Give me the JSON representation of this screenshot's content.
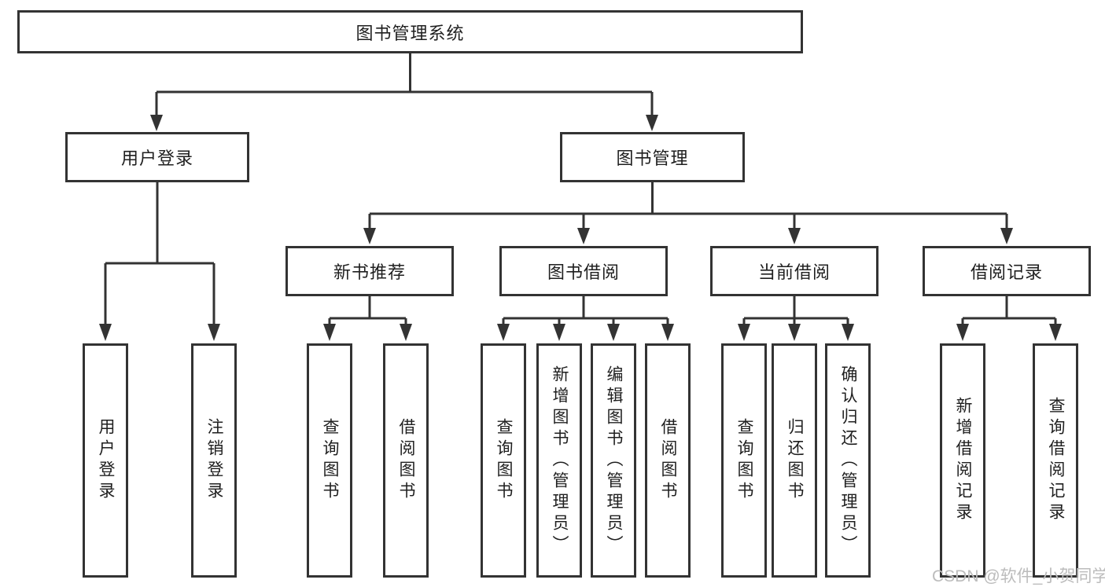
{
  "diagram": {
    "type": "hierarchy-tree",
    "root": {
      "label": "图书管理系统"
    },
    "children": [
      {
        "label": "用户登录",
        "leaves": [
          {
            "label": "用户登录"
          },
          {
            "label": "注销登录"
          }
        ]
      },
      {
        "label": "图书管理",
        "children": [
          {
            "label": "新书推荐",
            "leaves": [
              {
                "label": "查询图书"
              },
              {
                "label": "借阅图书"
              }
            ]
          },
          {
            "label": "图书借阅",
            "leaves": [
              {
                "label": "查询图书"
              },
              {
                "label": "新增图书（管理员）"
              },
              {
                "label": "编辑图书（管理员）"
              },
              {
                "label": "借阅图书"
              }
            ]
          },
          {
            "label": "当前借阅",
            "leaves": [
              {
                "label": "查询图书"
              },
              {
                "label": "归还图书"
              },
              {
                "label": "确认归还（管理员）"
              }
            ]
          },
          {
            "label": "借阅记录",
            "leaves": [
              {
                "label": "新增借阅记录"
              },
              {
                "label": "查询借阅记录"
              }
            ]
          }
        ]
      }
    ]
  },
  "watermark": {
    "text": "CSDN @软件_小贺同学"
  },
  "colors": {
    "line": "#333333",
    "box_border": "#333333",
    "box_fill": "#ffffff",
    "text": "#1f1f1f",
    "watermark": "#bcbcbc",
    "background": "#ffffff"
  }
}
